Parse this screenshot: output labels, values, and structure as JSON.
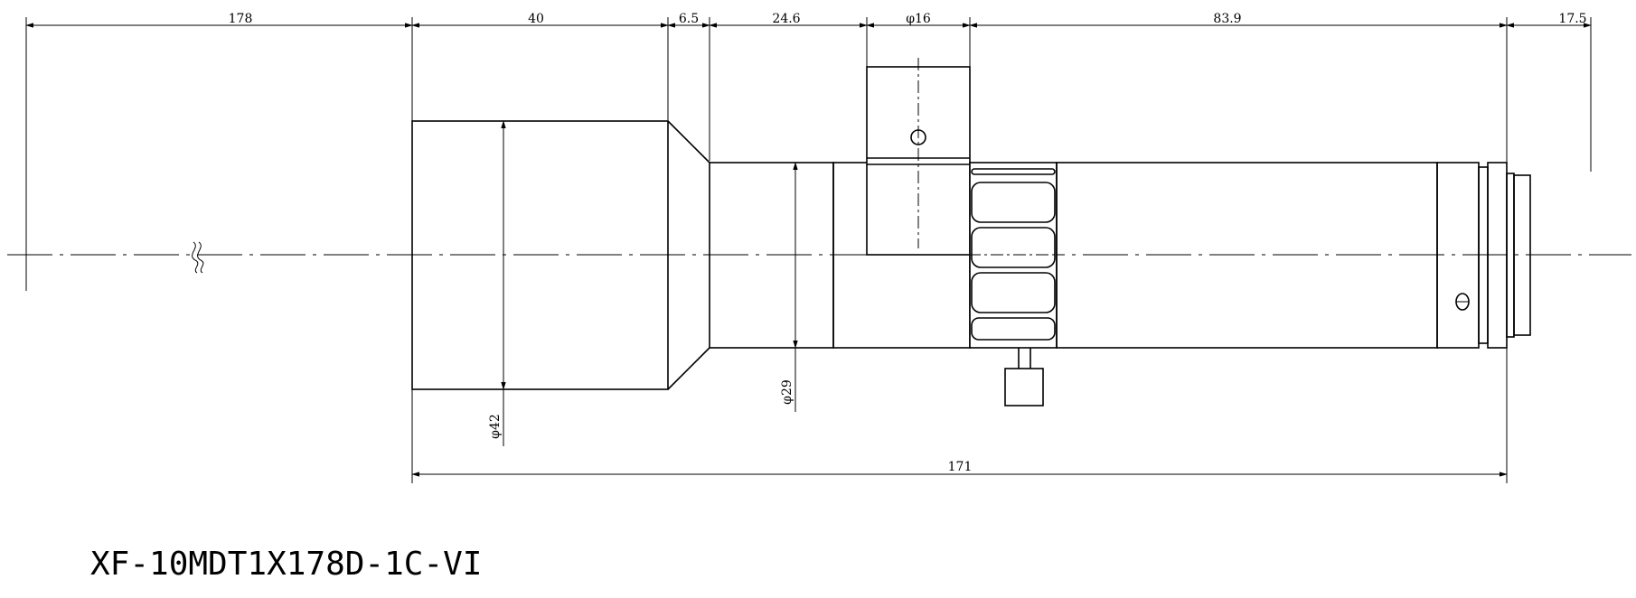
{
  "dimensions": {
    "d178": "178",
    "d40": "40",
    "d6_5": "6.5",
    "d24_6": "24.6",
    "d16": "φ16",
    "d83_9": "83.9",
    "d17_5": "17.5",
    "d42": "φ42",
    "d29": "φ29",
    "d171": "171"
  },
  "model": "XF-10MDT1X178D-1C-VI"
}
